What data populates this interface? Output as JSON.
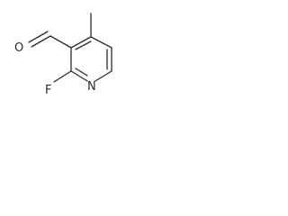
{
  "structure": {
    "atoms": {
      "oxygen": "O",
      "nitrogen": "N",
      "fluorine": "F"
    },
    "colors": {
      "bond": "#2b2b2b",
      "background": "#ffffff"
    }
  }
}
